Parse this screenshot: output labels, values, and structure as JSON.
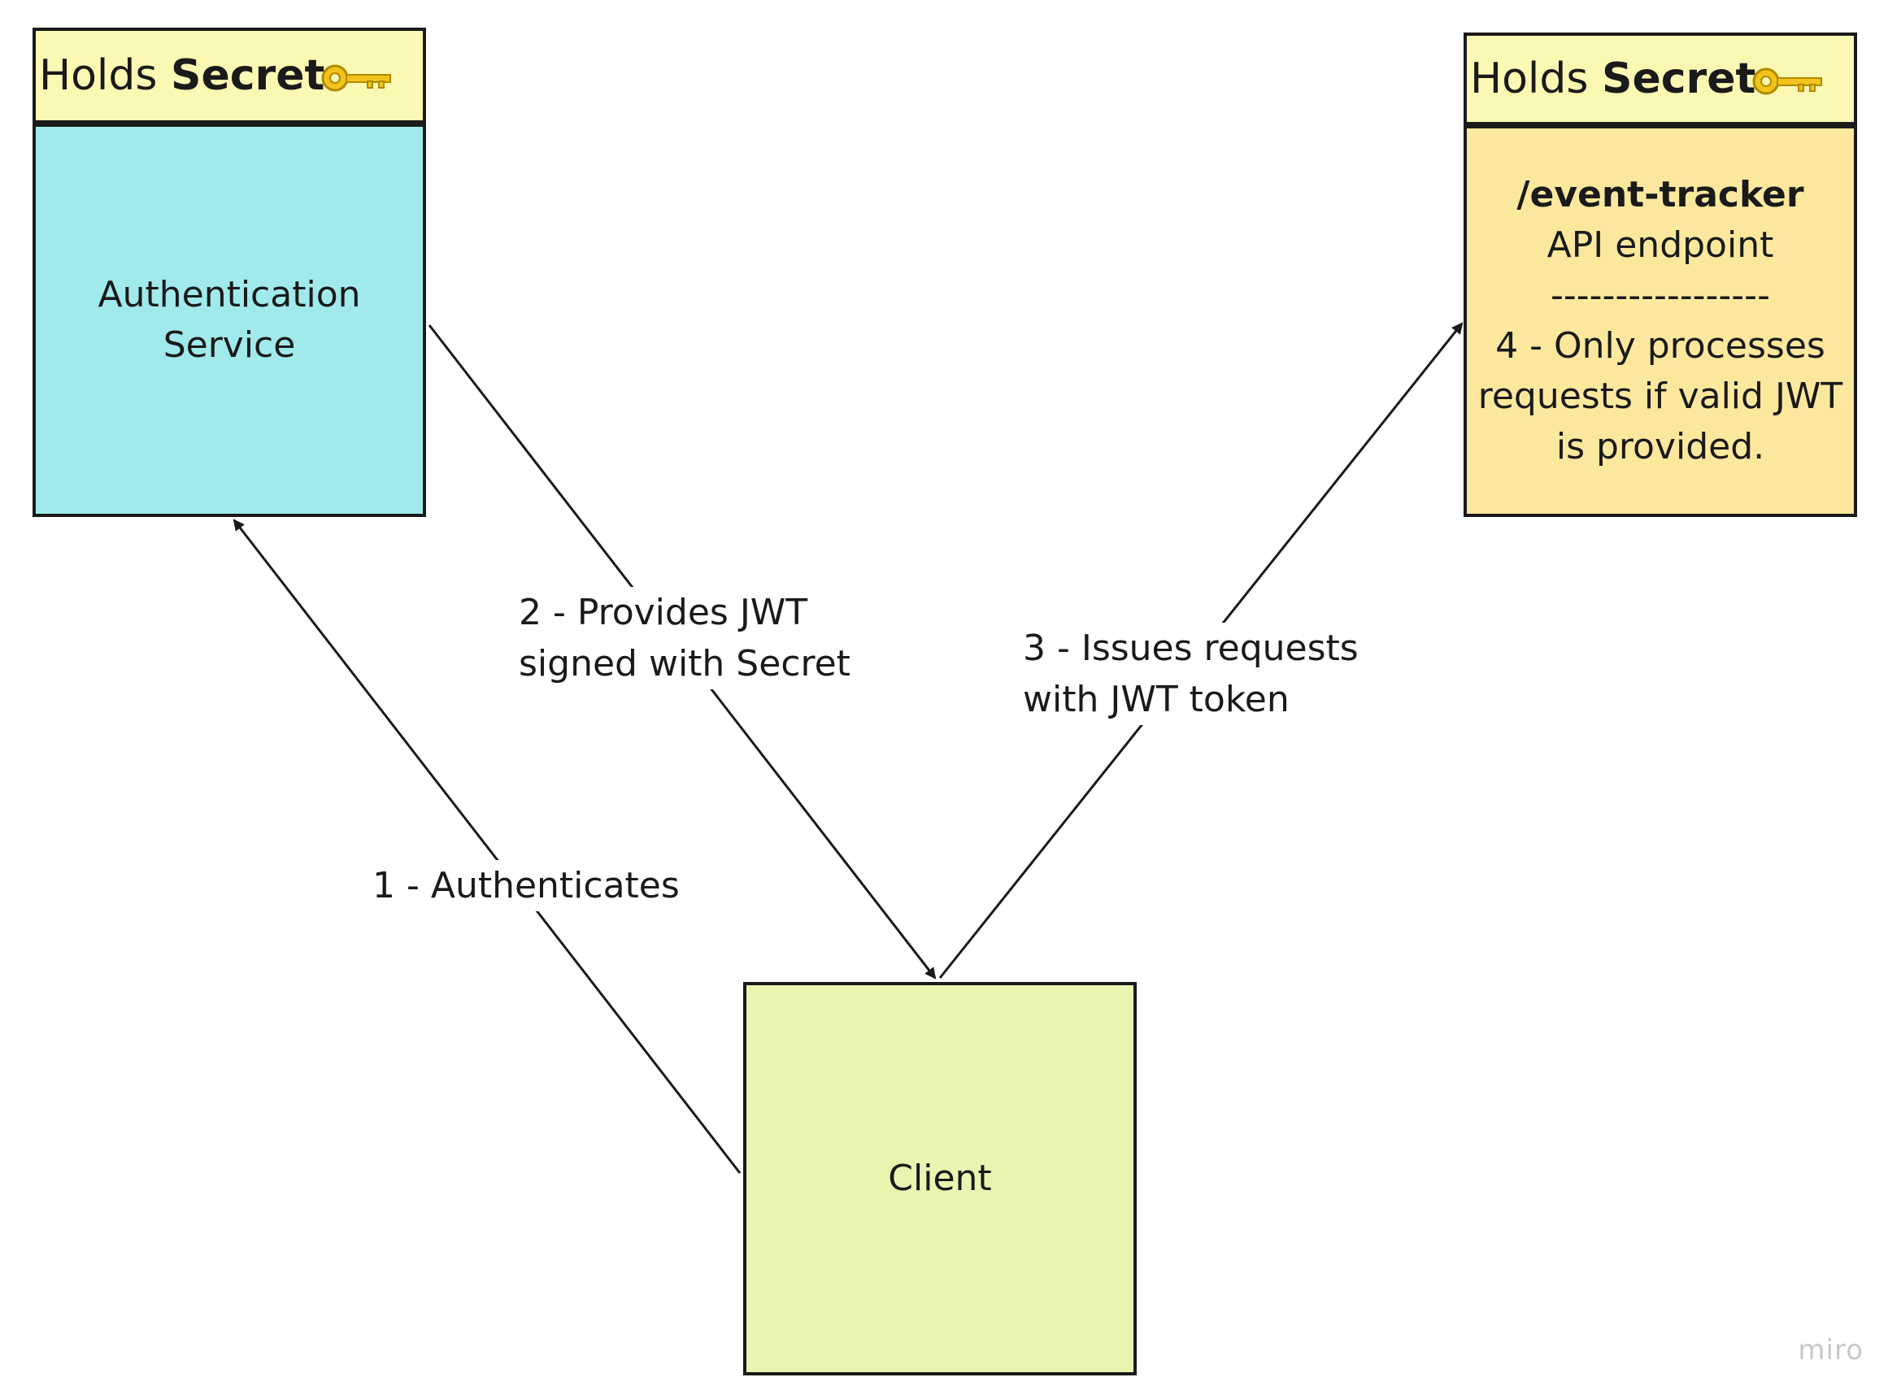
{
  "left_header": {
    "prefix": "Holds",
    "bold": "Secret",
    "icon": "key-icon"
  },
  "right_header": {
    "prefix": "Holds",
    "bold": "Secret",
    "icon": "key-icon"
  },
  "auth_service": {
    "line1": "Authentication",
    "line2": "Service",
    "color": "#a0eaec"
  },
  "api_endpoint": {
    "title": "/event-tracker",
    "subtitle": "API endpoint",
    "divider": "-----------------",
    "note_line1": "4 - Only processes",
    "note_line2": "requests if valid JWT",
    "note_line3": "is provided.",
    "color": "#fce89d"
  },
  "client": {
    "label": "Client",
    "color": "#e8f5b0"
  },
  "edges": {
    "authenticate": {
      "line1": "1 - Authenticates"
    },
    "provide_jwt": {
      "line1": "2 - Provides JWT",
      "line2": "signed with Secret"
    },
    "issue_requests": {
      "line1": "3 - Issues requests",
      "line2": "with JWT token"
    }
  },
  "colors": {
    "header": "#fbf8b4",
    "key": "#f2c31c",
    "border": "#1a1a1a"
  },
  "watermark": "miro"
}
